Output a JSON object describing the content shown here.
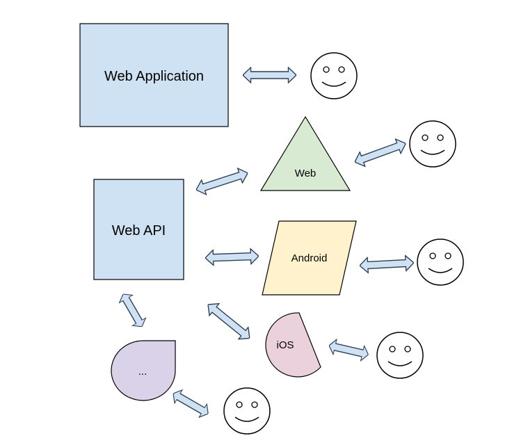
{
  "colors": {
    "blue_fill": "#cfe2f3",
    "green_fill": "#d9ead3",
    "yellow_fill": "#fff2cc",
    "pink_fill": "#ead1dc",
    "purple_fill": "#d9d2e9",
    "stroke": "#000000",
    "face_fill": "#ffffff"
  },
  "shapes": {
    "web_application": {
      "label": "Web Application"
    },
    "web_api": {
      "label": "Web API"
    },
    "web_client": {
      "label": "Web"
    },
    "android_client": {
      "label": "Android"
    },
    "ios_client": {
      "label": "iOS"
    },
    "other_client": {
      "label": "..."
    }
  },
  "icons": {
    "user": "smiley-face-icon",
    "connector": "double-headed-arrow-icon"
  }
}
